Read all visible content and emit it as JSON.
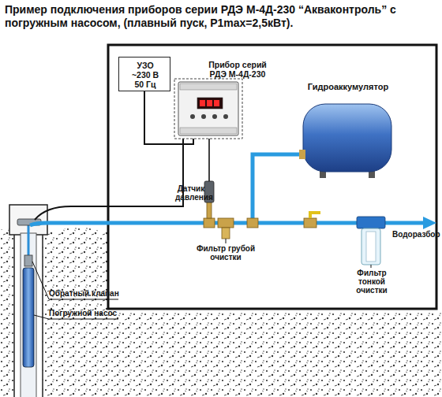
{
  "diagram": {
    "title": "Пример подключения приборов серии РДЭ М-4Д-230 “Акваконтроль” с погружным насосом, (плавный пуск, P1max=2,5кВт).",
    "nodes": [
      {
        "text": [
          "УЗО ~230 В 50 Гц"
        ]
      },
      {
        "text": [
          "Прибор серий РДЭ М-4Д-230"
        ]
      },
      {
        "text": [
          "Гидроаккумулятор"
        ]
      }
    ],
    "edges": [
      {
        "from": 0,
        "to": 1,
        "arrow": "none"
      }
    ],
    "labels": [
      "Датчик давления",
      "Фильтр грубой очистки",
      "Водоразбор",
      "Фильтр тонкой очистки",
      "Обратный клапан",
      "Погружной насос"
    ]
  }
}
